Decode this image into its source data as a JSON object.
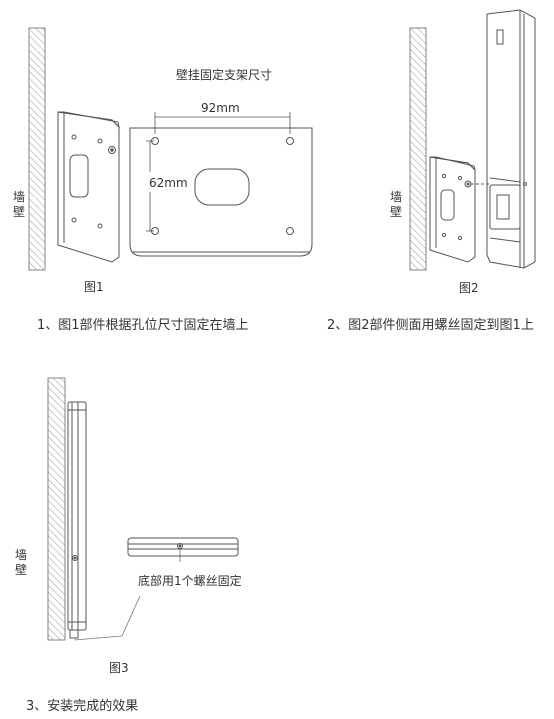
{
  "fig1": {
    "bracket_title": "壁挂固定支架尺寸",
    "width_dim": "92mm",
    "height_dim": "62mm",
    "wall_label": "墙壁",
    "caption": "图1"
  },
  "fig2": {
    "wall_label": "墙壁",
    "caption": "图2"
  },
  "fig3": {
    "wall_label": "墙壁",
    "callout": "底部用1个螺丝固定",
    "caption": "图3"
  },
  "steps": [
    "1、图1部件根据孔位尺寸固定在墙上",
    "2、图2部件侧面用螺丝固定到图1上",
    "3、安装完成的效果"
  ],
  "colors": {
    "line": "#555555",
    "hatch": "#9a9a9a",
    "text": "#333333"
  }
}
